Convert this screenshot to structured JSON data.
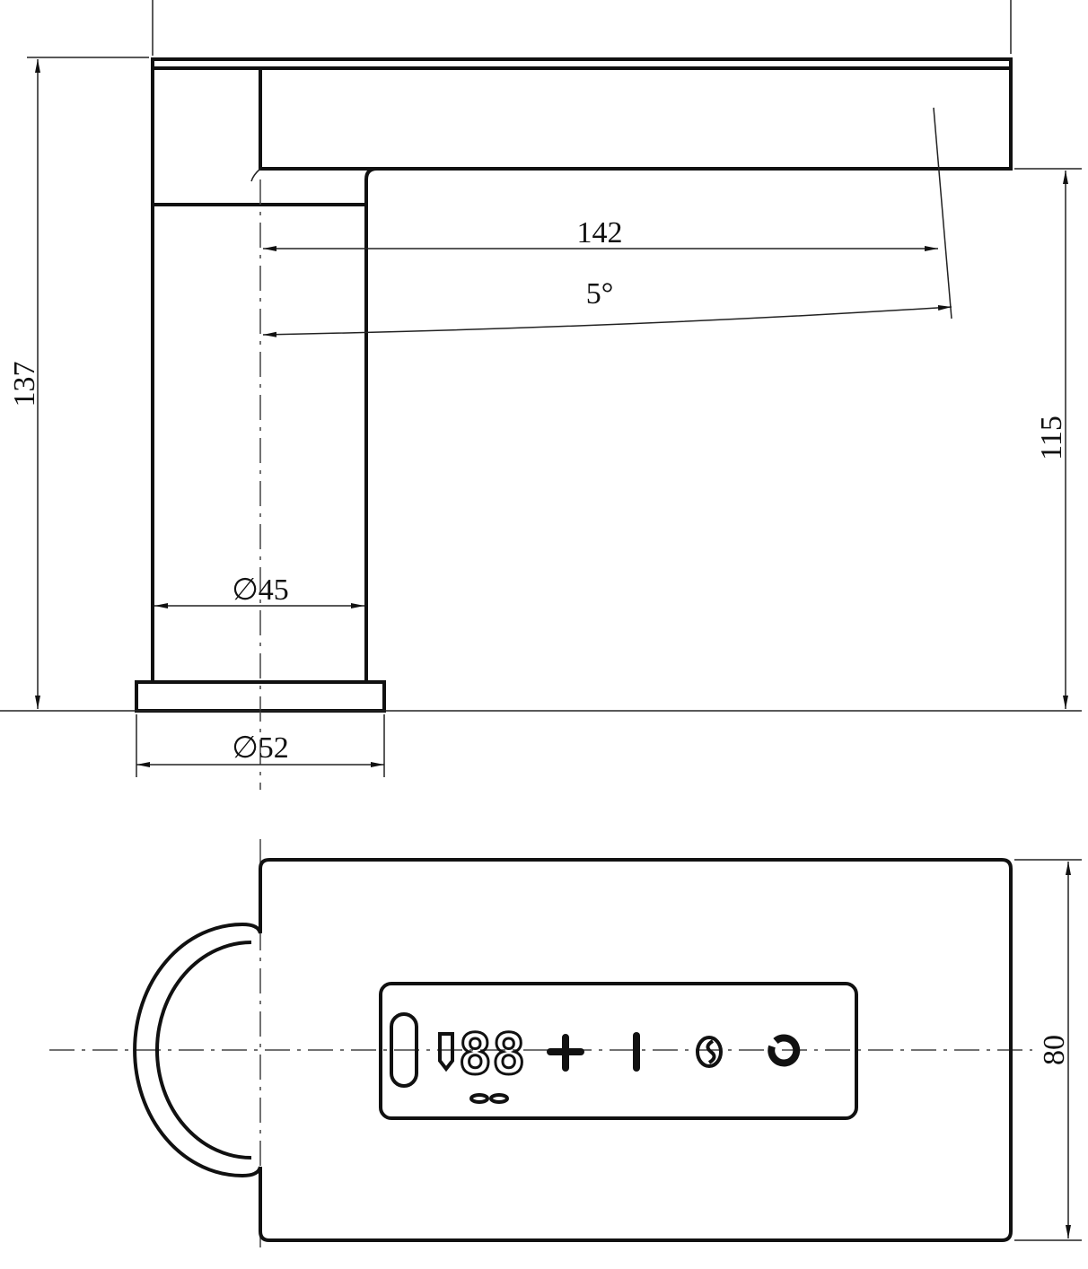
{
  "dimensions": {
    "spout_reach": "142",
    "spout_angle": "5°",
    "total_height": "137",
    "spout_height": "115",
    "body_diameter": "∅45",
    "base_diameter": "∅52",
    "body_width": "80"
  },
  "control_panel": {
    "display_digits": "88",
    "icons": [
      "sensor-window-icon",
      "pencil-icon",
      "plus-icon",
      "minus-icon",
      "cycle-icon",
      "power-icon"
    ]
  },
  "colors": {
    "line": "#111111",
    "background": "#ffffff"
  }
}
